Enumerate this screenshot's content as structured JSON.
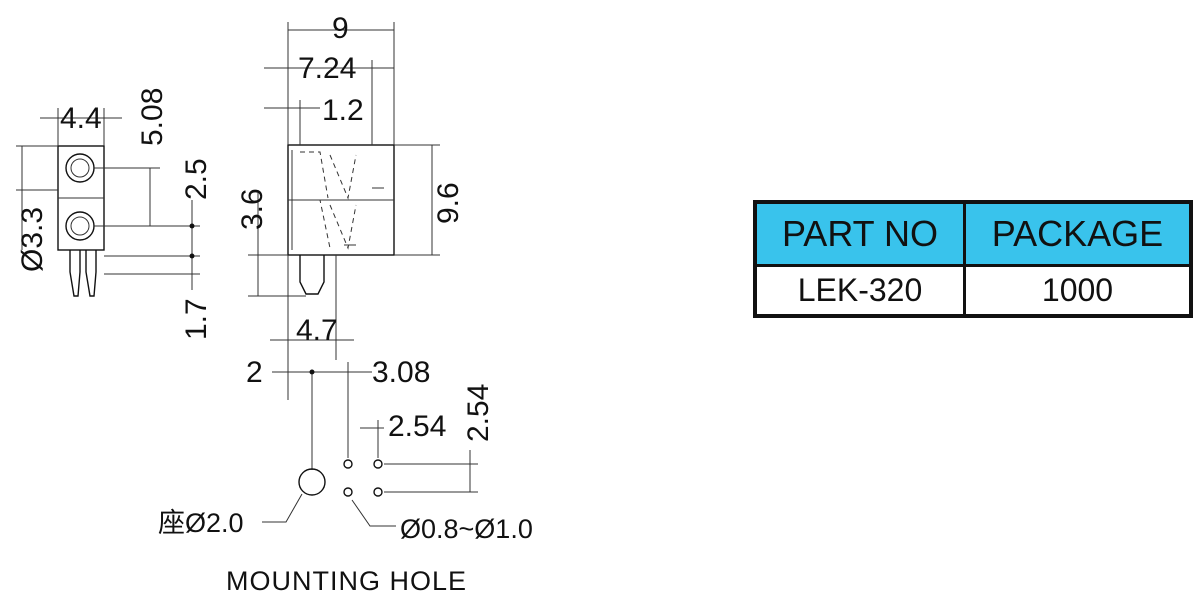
{
  "dimensions": {
    "side_width": "4.4",
    "side_pitch_vertical": "5.08",
    "hole_diameter": "Ø3.3",
    "led_offset": "2.5",
    "pin_length": "1.7",
    "overall_width": "9",
    "body_depth": "7.24",
    "front_offset": "1.2",
    "overall_height": "9.6",
    "led_height": "3.6",
    "peg_offset": "4.7",
    "mount_offset_left": "2",
    "mount_offset_right": "3.08",
    "pin_pitch_h": "2.54",
    "pin_pitch_v": "2.54",
    "seat_hole": "座Ø2.0",
    "pin_hole": "Ø0.8~Ø1.0"
  },
  "caption": "MOUNTING HOLE",
  "table": {
    "header": [
      "PART NO",
      "PACKAGE"
    ],
    "rows": [
      [
        "LEK-320",
        "1000"
      ]
    ]
  },
  "colors": {
    "table_header": "#39c3ec",
    "line": "#111111"
  }
}
